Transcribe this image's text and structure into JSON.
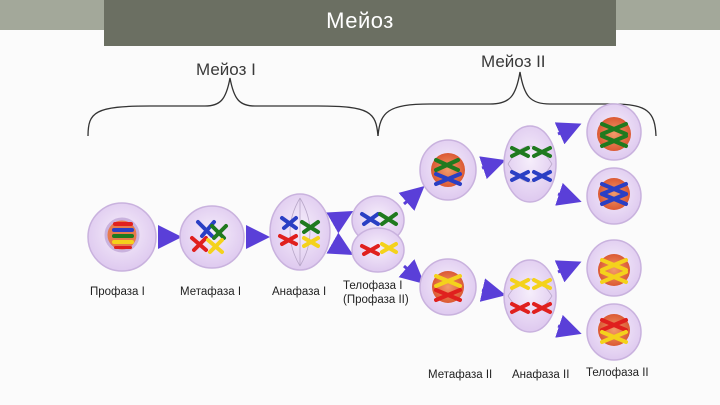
{
  "title": "Мейоз",
  "headers": {
    "meiosis1": "Мейоз I",
    "meiosis2": "Мейоз II"
  },
  "stages": {
    "prophase1": "Профаза I",
    "metaphase1": "Метафаза I",
    "anaphase1": "Анафаза I",
    "telophase1_line1": "Телофаза I",
    "telophase1_line2": "(Профаза II)",
    "metaphase2": "Метафаза II",
    "anaphase2": "Анафаза II",
    "telophase2": "Телофаза II"
  },
  "colors": {
    "cell_fill": "#e9dcf3",
    "cell_border": "#c9b2de",
    "nucleus": "#e8683e",
    "arrow": "#5a3fd8",
    "chrom_red": "#e0201e",
    "chrom_green": "#1f7a1f",
    "chrom_blue": "#2a3fc4",
    "chrom_yellow": "#f4d21c",
    "title_bar": "#6b6f62"
  }
}
